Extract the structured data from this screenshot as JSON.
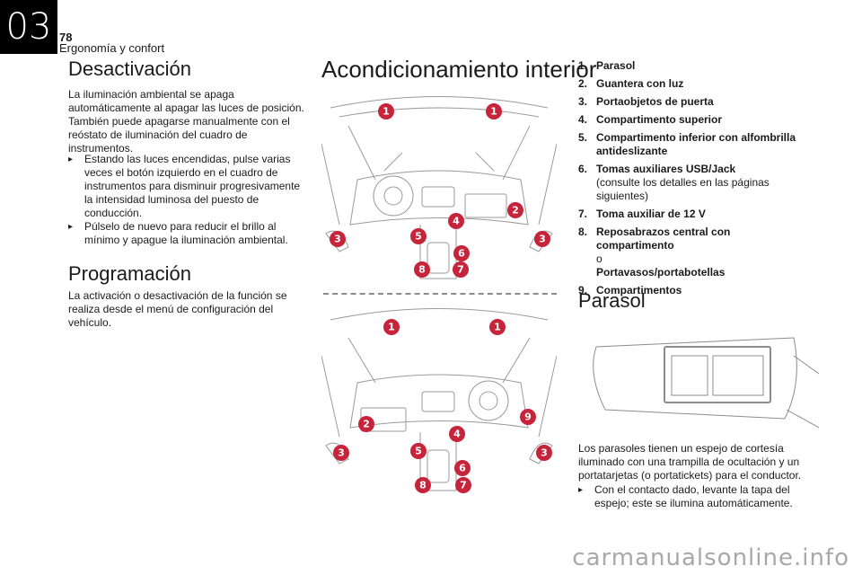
{
  "header": {
    "chapter": "03",
    "page_number": "78",
    "chapter_title": "Ergonomía y confort"
  },
  "desactivacion": {
    "title": "Desactivación",
    "paragraph": "La iluminación ambiental se apaga automáticamente al apagar las luces de posición. También puede apagarse manualmente con el reóstato de iluminación del cuadro de instrumentos.",
    "bullets": [
      "Estando las luces encendidas, pulse varias veces el botón izquierdo en el cuadro de instrumentos para disminuir progresivamente la intensidad luminosa del puesto de conducción.",
      "Púlselo de nuevo para reducir el brillo al mínimo y apague la iluminación ambiental."
    ]
  },
  "programacion": {
    "title": "Programación",
    "paragraph": "La activación o desactivación de la función se realiza desde el menú de configuración del vehículo."
  },
  "acondicionamiento": {
    "title": "Acondicionamiento interior",
    "legend": [
      {
        "num": "1.",
        "label": "Parasol",
        "detail": ""
      },
      {
        "num": "2.",
        "label": "Guantera con luz",
        "detail": ""
      },
      {
        "num": "3.",
        "label": "Portaobjetos de puerta",
        "detail": ""
      },
      {
        "num": "4.",
        "label": "Compartimento superior",
        "detail": ""
      },
      {
        "num": "5.",
        "label": "Compartimento inferior con alfombrilla antideslizante",
        "detail": ""
      },
      {
        "num": "6.",
        "label": "Tomas auxiliares USB/Jack",
        "detail": "(consulte los detalles en las páginas siguientes)"
      },
      {
        "num": "7.",
        "label": "Toma auxiliar de 12 V",
        "detail": ""
      },
      {
        "num": "8.",
        "label": "Reposabrazos central con compartimento",
        "detail": "o",
        "extra": "Portavasos/portabotellas"
      },
      {
        "num": "9.",
        "label": "Compartimentos",
        "detail": ""
      }
    ],
    "diagram_top_callouts": [
      "1",
      "1",
      "2",
      "3",
      "4",
      "5",
      "6",
      "3",
      "7",
      "8"
    ],
    "diagram_bottom_callouts": [
      "1",
      "1",
      "9",
      "2",
      "4",
      "3",
      "5",
      "3",
      "6",
      "8",
      "7"
    ]
  },
  "parasol": {
    "title": "Parasol",
    "paragraph": "Los parasoles tienen un espejo de cortesía iluminado con una trampilla de ocultación y un portatarjetas (o portatickets) para el conductor.",
    "bullet": "Con el contacto dado, levante la tapa del espejo; este se ilumina automáticamente."
  },
  "footer": {
    "watermark": "carmanualsonline.info"
  },
  "colors": {
    "callout": "#c6243b",
    "chapter_tab": "#000000",
    "sketch": "#9a9a9a"
  },
  "icons": {
    "bullet": "arrow-bullet-icon"
  }
}
